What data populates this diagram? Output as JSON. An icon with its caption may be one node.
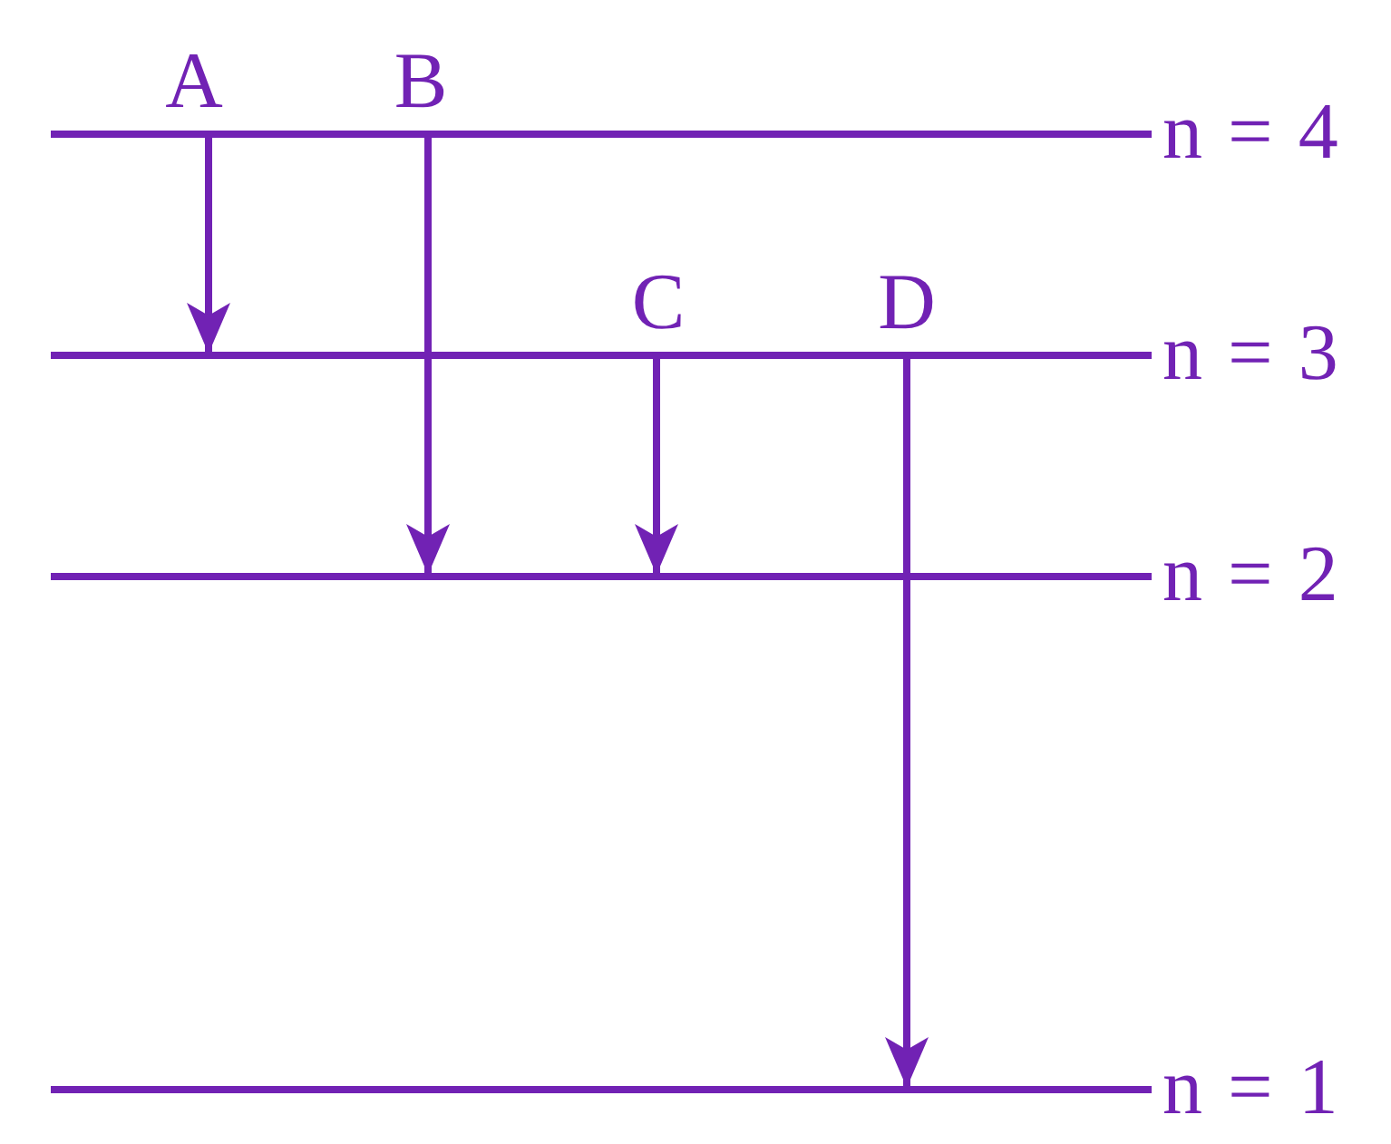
{
  "diagram": {
    "nodes": [
      {
        "text": [],
        "shape": "bar",
        "beside": [
          "n = 4"
        ]
      },
      {
        "text": [],
        "shape": "bar",
        "beside": [
          "n = 3"
        ]
      },
      {
        "text": [],
        "shape": "bar",
        "beside": [
          "n = 2"
        ]
      },
      {
        "text": [],
        "shape": "bar",
        "beside": [
          "n = 1"
        ]
      }
    ],
    "edges": [
      {
        "from": 0,
        "to": 1,
        "arrow": "to",
        "label": "A"
      },
      {
        "from": 0,
        "to": 2,
        "arrow": "to",
        "label": "B"
      },
      {
        "from": 1,
        "to": 2,
        "arrow": "to",
        "label": "C"
      },
      {
        "from": 1,
        "to": 3,
        "arrow": "to",
        "label": "D"
      }
    ]
  }
}
